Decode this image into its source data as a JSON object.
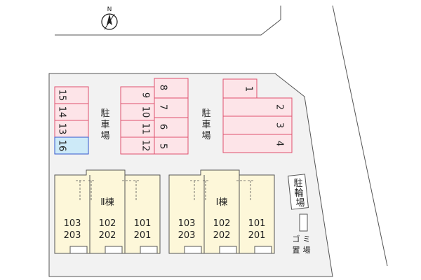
{
  "compass": {
    "label": "N",
    "icon": "north-arrow-icon"
  },
  "parking_label": [
    "駐",
    "車",
    "場"
  ],
  "bike_parking_label": [
    "駐",
    "輪",
    "場"
  ],
  "garbage_label": {
    "top": [
      "ゴ",
      "ミ"
    ],
    "bottom": [
      "置",
      "場"
    ]
  },
  "parking_spaces": {
    "left_column": [
      "15",
      "14",
      "13",
      "16"
    ],
    "middle_left_column": [
      "9",
      "10",
      "11",
      "12"
    ],
    "middle_right_column": [
      "8",
      "7",
      "6",
      "5"
    ],
    "right_column": [
      "1",
      "2",
      "3",
      "4"
    ]
  },
  "buildings": [
    {
      "name": "Ⅱ棟",
      "units": [
        {
          "upper": "103",
          "lower": "203"
        },
        {
          "upper": "102",
          "lower": "202"
        },
        {
          "upper": "101",
          "lower": "201"
        }
      ]
    },
    {
      "name": "Ⅰ棟",
      "units": [
        {
          "upper": "103",
          "lower": "203"
        },
        {
          "upper": "102",
          "lower": "202"
        },
        {
          "upper": "101",
          "lower": "201"
        }
      ]
    }
  ],
  "colors": {
    "parking_fill": "#fde4e8",
    "parking_stroke": "#e0506e",
    "highlight_fill": "#cdeaf8",
    "highlight_stroke": "#3355cc",
    "building_fill": "#fdf7d9",
    "site_fill": "#f2f2f2",
    "line": "#555555"
  }
}
